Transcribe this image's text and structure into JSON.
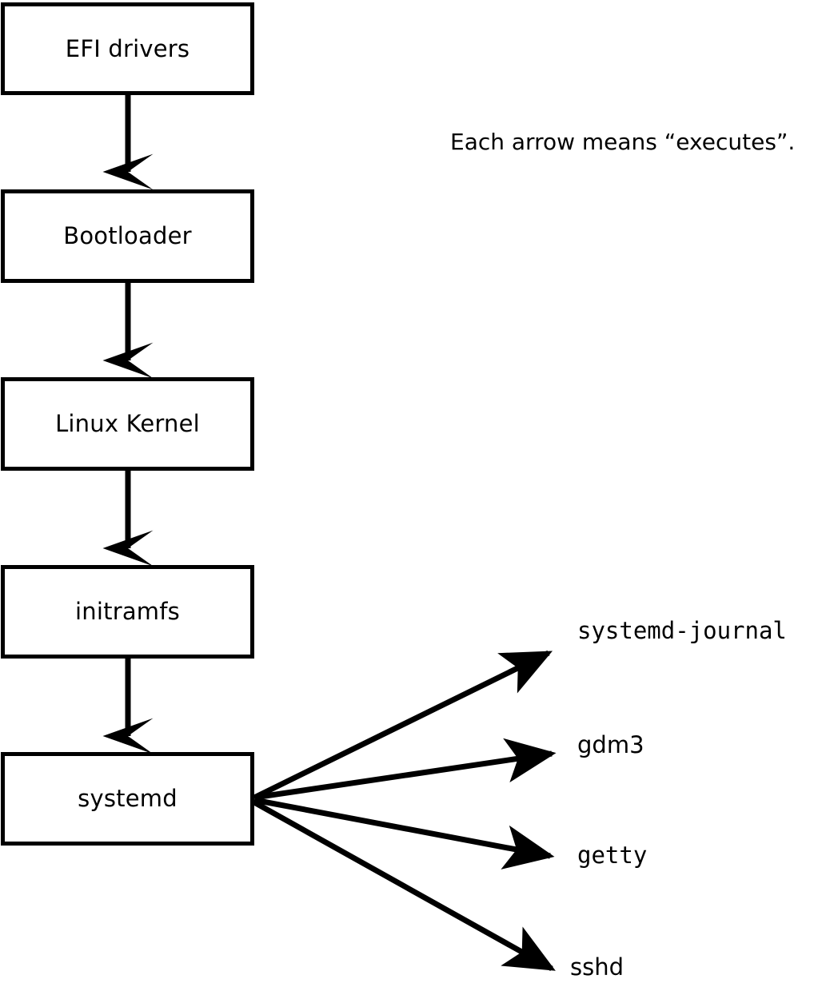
{
  "diagram": {
    "title_caption": "Each arrow means “executes”.",
    "chain": [
      {
        "label": "EFI drivers"
      },
      {
        "label": "Bootloader"
      },
      {
        "label": "Linux Kernel"
      },
      {
        "label": "initramfs"
      },
      {
        "label": "systemd"
      }
    ],
    "services": [
      {
        "label": "systemd-journal",
        "font": "mono"
      },
      {
        "label": "gdm3",
        "font": "sans"
      },
      {
        "label": "getty",
        "font": "mono"
      },
      {
        "label": "sshd",
        "font": "sans"
      }
    ],
    "colors": {
      "stroke": "#000000",
      "box_fill": "#ffffff",
      "background": "#ffffff",
      "text": "#000000"
    },
    "arrow_semantics": "executes"
  }
}
